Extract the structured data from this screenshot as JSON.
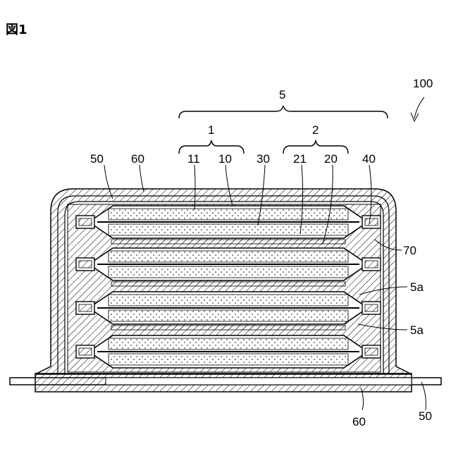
{
  "figure": {
    "title": "図1",
    "labels": {
      "device": "100",
      "stack": "5",
      "unit_1": "1",
      "unit_2": "2",
      "layer_11": "11",
      "layer_10": "10",
      "layer_30": "30",
      "layer_21": "21",
      "layer_20": "20",
      "layer_40": "40",
      "layer_50_top": "50",
      "layer_60_top": "60",
      "layer_70": "70",
      "edge_5a_upper": "5a",
      "edge_5a_lower": "5a",
      "layer_60_bottom": "60",
      "layer_50_bottom": "50"
    }
  }
}
